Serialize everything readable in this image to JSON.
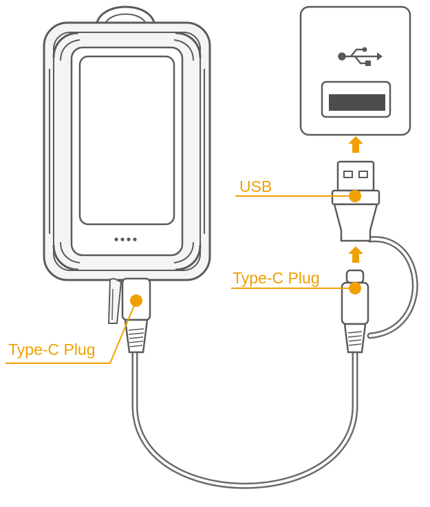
{
  "colors": {
    "outline": "#5a5a5a",
    "cable": "#6b6b6b",
    "device_body": "#f4f4f4",
    "screen_fill": "#ffffff",
    "accent": "#f0a000",
    "port_slot": "#4d4d4d"
  },
  "icons": {
    "usb_symbol": "usb-icon",
    "insert_arrow": "arrow-up-icon",
    "connection_dot": "dot-icon"
  },
  "labels": {
    "usb": "USB",
    "type_c_plug_adapter": "Type-C Plug",
    "type_c_plug_device": "Type-C Plug"
  }
}
